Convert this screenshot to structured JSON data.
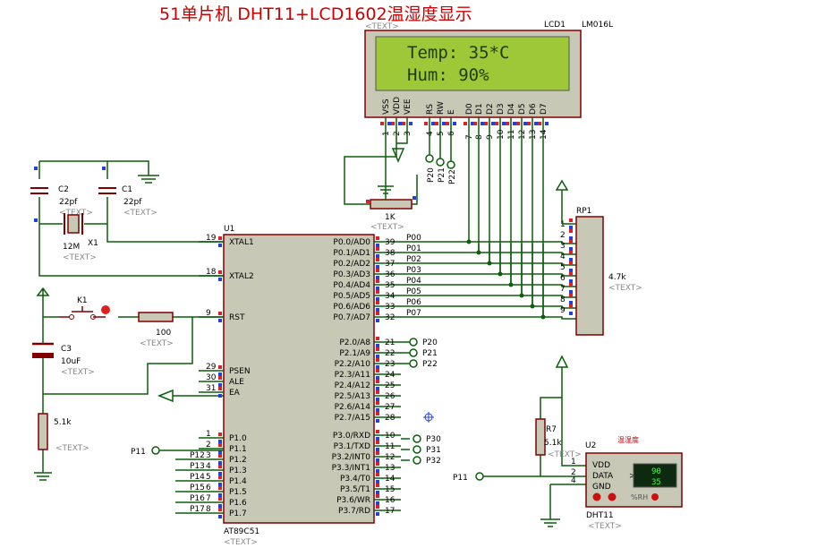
{
  "title": "51单片机 DHT11+LCD1602温湿度显示",
  "text_tag": "<TEXT>",
  "colors": {
    "wire": "#0b5f0b",
    "component": "#800000",
    "pin_red": "#e02020",
    "pin_blue": "#2040e0",
    "body_fill": "#c8c8b6",
    "title": "#cc0000",
    "lcd_screen": "#9ec838"
  },
  "lcd": {
    "ref": "LCD1",
    "model": "LM016L",
    "line1": "Temp: 35*C",
    "line2": "Hum:  90%",
    "pins": [
      "VSS",
      "VDD",
      "VEE",
      "RS",
      "RW",
      "E",
      "D0",
      "D1",
      "D2",
      "D3",
      "D4",
      "D5",
      "D6",
      "D7"
    ],
    "pin_nums": [
      "1",
      "2",
      "3",
      "4",
      "5",
      "6",
      "7",
      "8",
      "9",
      "10",
      "11",
      "12",
      "13",
      "14"
    ],
    "ctrl_nets": [
      "P20",
      "P21",
      "P22"
    ]
  },
  "mcu": {
    "ref": "U1",
    "model": "AT89C51",
    "left_pins": [
      {
        "num": "19",
        "name": "XTAL1"
      },
      {
        "num": "18",
        "name": "XTAL2"
      },
      {
        "num": "9",
        "name": "RST"
      },
      {
        "num": "29",
        "name": "PSEN"
      },
      {
        "num": "30",
        "name": "ALE"
      },
      {
        "num": "31",
        "name": "EA"
      },
      {
        "num": "1",
        "name": "P1.0"
      },
      {
        "num": "2",
        "name": "P1.1"
      },
      {
        "num": "3",
        "name": "P1.2"
      },
      {
        "num": "4",
        "name": "P1.3"
      },
      {
        "num": "5",
        "name": "P1.4"
      },
      {
        "num": "6",
        "name": "P1.5"
      },
      {
        "num": "7",
        "name": "P1.6"
      },
      {
        "num": "8",
        "name": "P1.7"
      }
    ],
    "right_pins": [
      {
        "num": "39",
        "name": "P0.0/AD0"
      },
      {
        "num": "38",
        "name": "P0.1/AD1"
      },
      {
        "num": "37",
        "name": "P0.2/AD2"
      },
      {
        "num": "36",
        "name": "P0.3/AD3"
      },
      {
        "num": "35",
        "name": "P0.4/AD4"
      },
      {
        "num": "34",
        "name": "P0.5/AD5"
      },
      {
        "num": "33",
        "name": "P0.6/AD6"
      },
      {
        "num": "32",
        "name": "P0.7/AD7"
      },
      {
        "num": "21",
        "name": "P2.0/A8"
      },
      {
        "num": "22",
        "name": "P2.1/A9"
      },
      {
        "num": "23",
        "name": "P2.2/A10"
      },
      {
        "num": "24",
        "name": "P2.3/A11"
      },
      {
        "num": "25",
        "name": "P2.4/A12"
      },
      {
        "num": "26",
        "name": "P2.5/A13"
      },
      {
        "num": "27",
        "name": "P2.6/A14"
      },
      {
        "num": "28",
        "name": "P2.7/A15"
      },
      {
        "num": "10",
        "name": "P3.0/RXD"
      },
      {
        "num": "11",
        "name": "P3.1/TXD"
      },
      {
        "num": "12",
        "name": "P3.2/INT0"
      },
      {
        "num": "13",
        "name": "P3.3/INT1"
      },
      {
        "num": "14",
        "name": "P3.4/T0"
      },
      {
        "num": "15",
        "name": "P3.5/T1"
      },
      {
        "num": "16",
        "name": "P3.6/WR"
      },
      {
        "num": "17",
        "name": "P3.7/RD"
      }
    ],
    "p0_nets": [
      "P00",
      "P01",
      "P02",
      "P03",
      "P04",
      "P05",
      "P06",
      "P07"
    ],
    "p2_nets": [
      "P20",
      "P21",
      "P22"
    ],
    "p3_nets": [
      "P30",
      "P31",
      "P32"
    ],
    "p11_net": "P11",
    "p1_stub_labels": [
      "P12",
      "P13",
      "P14",
      "P15",
      "P16",
      "P17"
    ]
  },
  "components": {
    "c1": {
      "ref": "C1",
      "value": "22pf"
    },
    "c2": {
      "ref": "C2",
      "value": "22pf"
    },
    "x1": {
      "ref": "X1",
      "value": "12M"
    },
    "k1": {
      "ref": "K1"
    },
    "r_rst": {
      "value": "100"
    },
    "c3": {
      "ref": "C3",
      "value": "10uF"
    },
    "r_pull": {
      "value": "5.1k"
    },
    "pot": {
      "value": "1K"
    },
    "rp1": {
      "ref": "RP1",
      "value": "4.7k",
      "pins": [
        "1",
        "2",
        "3",
        "4",
        "5",
        "6",
        "7",
        "8",
        "9"
      ]
    },
    "r7": {
      "ref": "R7",
      "value": "5.1k"
    }
  },
  "dht": {
    "ref": "U2",
    "model": "DHT11",
    "caption": "温湿度",
    "pins": [
      "VDD",
      "DATA",
      "GND"
    ],
    "pin_nums": [
      "1",
      "2",
      "4"
    ],
    "humidity": "90",
    "temperature": "35",
    "unit_rh": "%RH",
    "net": "P11"
  }
}
